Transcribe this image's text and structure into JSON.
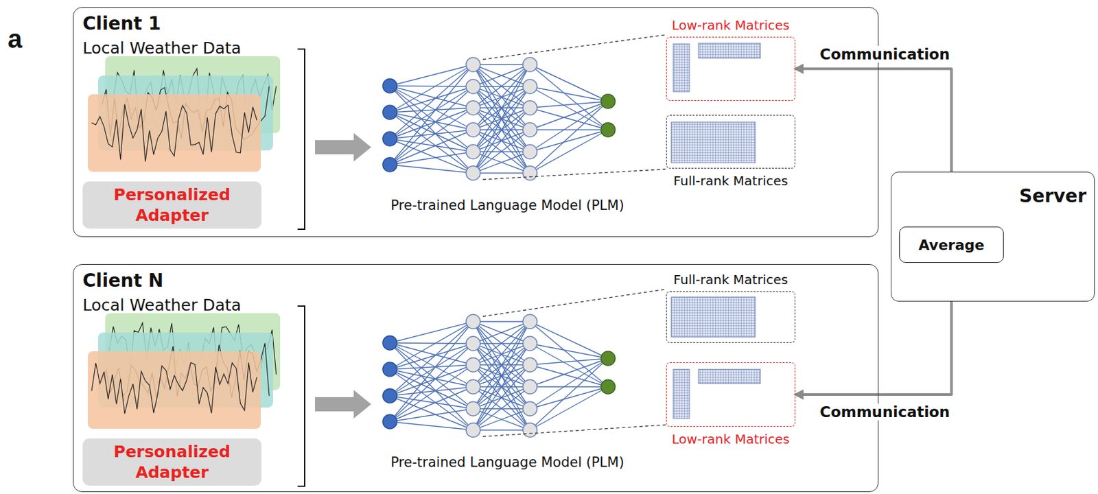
{
  "diagram": {
    "nodes": [
      {
        "text": [
          "Client 1"
        ]
      },
      {
        "text": [
          "Personalized Adapter"
        ],
        "in": 0
      },
      {
        "text": [
          "Low-rank Matrices"
        ],
        "in": 0
      },
      {
        "text": [
          "Full-rank Matrices"
        ],
        "in": 0
      },
      {
        "text": [
          "Client N"
        ]
      },
      {
        "text": [
          "Personalized Adapter"
        ],
        "in": 4
      },
      {
        "text": [
          "Full-rank Matrices"
        ],
        "in": 4
      },
      {
        "text": [
          "Low-rank Matrices"
        ],
        "in": 4
      },
      {
        "text": [
          "Server"
        ]
      },
      {
        "text": [
          "Average"
        ],
        "in": 8
      }
    ],
    "edges": [
      {
        "from": 9,
        "to": 2,
        "arrow": "both",
        "label": "Communication"
      },
      {
        "from": 9,
        "to": 7,
        "arrow": "both",
        "label": "Communication"
      }
    ],
    "labels": [
      "a",
      "Local Weather Data",
      "Pre-trained Language Model (PLM)",
      "Local Weather Data",
      "Pre-trained Language Model (PLM)"
    ]
  }
}
